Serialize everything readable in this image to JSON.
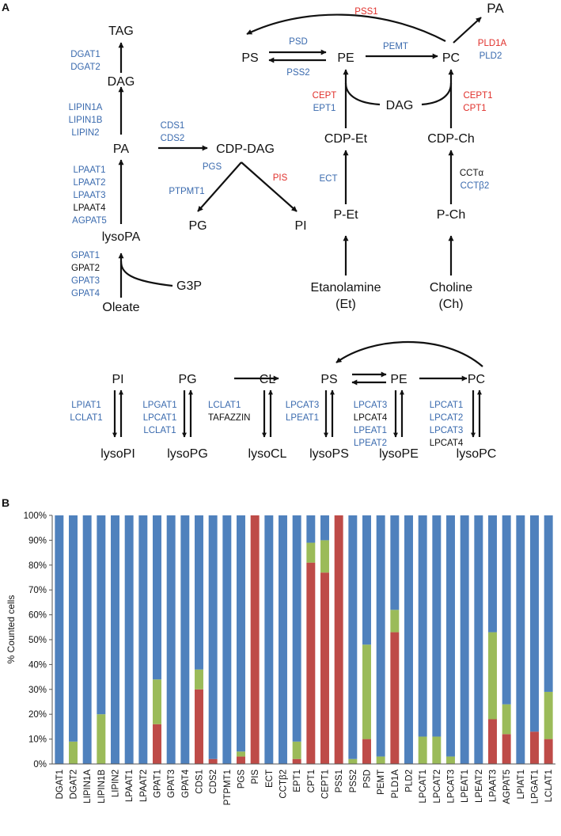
{
  "panel_a": {
    "label": "A",
    "nodes": {
      "tag": "TAG",
      "dag_left": "DAG",
      "pa_left": "PA",
      "cdp_dag": "CDP-DAG",
      "lysopa": "lysoPA",
      "g3p": "G3P",
      "oleate": "Oleate",
      "pg": "PG",
      "pi": "PI",
      "ps": "PS",
      "pe": "PE",
      "pc": "PC",
      "pa_top": "PA",
      "dag_mid": "DAG",
      "cdp_et": "CDP-Et",
      "cdp_ch": "CDP-Ch",
      "p_et": "P-Et",
      "p_ch": "P-Ch",
      "etanolamine": "Etanolamine",
      "et": "(Et)",
      "choline": "Choline",
      "ch": "(Ch)",
      "r_pi": "PI",
      "r_pg": "PG",
      "r_cl": "CL",
      "r_ps": "PS",
      "r_pe": "PE",
      "r_pc": "PC",
      "r_lysopi": "lysoPI",
      "r_lysopg": "lysoPG",
      "r_lysocl": "lysoCL",
      "r_lysops": "lysoPS",
      "r_lysope": "lysoPE",
      "r_lysopc": "lysoPC"
    },
    "enzymes": {
      "pss1": "PSS1",
      "dgat1": "DGAT1",
      "dgat2": "DGAT2",
      "lipin1a": "LIPIN1A",
      "lipin1b": "LIPIN1B",
      "lipin2": "LIPIN2",
      "cds1": "CDS1",
      "cds2": "CDS2",
      "pgs": "PGS",
      "pis": "PIS",
      "ptpmt1": "PTPMT1",
      "lpaat1": "LPAAT1",
      "lpaat2": "LPAAT2",
      "lpaat3": "LPAAT3",
      "lpaat4": "LPAAT4",
      "agpat5": "AGPAT5",
      "gpat1": "GPAT1",
      "gpat2": "GPAT2",
      "gpat3": "GPAT3",
      "gpat4": "GPAT4",
      "psd": "PSD",
      "pss2": "PSS2",
      "pemt": "PEMT",
      "pld1a": "PLD1A",
      "pld2": "PLD2",
      "cept": "CEPT",
      "ept1": "EPT1",
      "cept1": "CEPT1",
      "cpt1": "CPT1",
      "ect": "ECT",
      "ccta": "CCTα",
      "cctb2": "CCTβ2",
      "lpiat1": "LPIAT1",
      "lclat1_pi": "LCLAT1",
      "lpgat1": "LPGAT1",
      "lpcat1_pg": "LPCAT1",
      "lclat1_pg": "LCLAT1",
      "lclat1_cl": "LCLAT1",
      "tafazzin": "TAFAZZIN",
      "lpcat3_ps": "LPCAT3",
      "lpeat1_ps": "LPEAT1",
      "lpcat3_pe": "LPCAT3",
      "lpcat4_pe": "LPCAT4",
      "lpeat1_pe": "LPEAT1",
      "lpeat2_pe": "LPEAT2",
      "lpcat1_pc": "LPCAT1",
      "lpcat2_pc": "LPCAT2",
      "lpcat3_pc": "LPCAT3",
      "lpcat4_pc": "LPCAT4"
    },
    "colors": {
      "blue": "#3a6aae",
      "red": "#e0302b",
      "black": "#111111"
    }
  },
  "panel_b": {
    "label": "B",
    "chart_data": {
      "type": "bar",
      "stacked": true,
      "title": "",
      "xlabel": "",
      "ylabel": "% Counted cells",
      "ylim": [
        0,
        100
      ],
      "yticks": [
        "0%",
        "10%",
        "20%",
        "30%",
        "40%",
        "50%",
        "60%",
        "70%",
        "80%",
        "90%",
        "100%"
      ],
      "categories": [
        "DGAT1",
        "DGAT2",
        "LIPIN1A",
        "LIPIN1B",
        "LIPIN2",
        "LPAAT1",
        "LPAAT2",
        "GPAT1",
        "GPAT3",
        "GPAT4",
        "CDS1",
        "CDS2",
        "PTPMT1",
        "PGS",
        "PIS",
        "ECT",
        "CCTβ2",
        "EPT1",
        "CPT1",
        "CEPT1",
        "PSS1",
        "PSS2",
        "PSD",
        "PEMT",
        "PLD1A",
        "PLD2",
        "LPCAT1",
        "LPCAT2",
        "LPCAT3",
        "LPEAT1",
        "LPEAT2",
        "LPAAT3",
        "AGPAT5",
        "LPIAT1",
        "LPGAT1",
        "LCLAT1"
      ],
      "series": [
        {
          "color": "#be4b48",
          "values": [
            0,
            0,
            0,
            0,
            0,
            0,
            0,
            16,
            0,
            0,
            30,
            2,
            0,
            3,
            100,
            0,
            0,
            2,
            81,
            77,
            100,
            0,
            10,
            0,
            53,
            0,
            0,
            0,
            0,
            0,
            0,
            18,
            12,
            0,
            13,
            10
          ]
        },
        {
          "color": "#9bbb59",
          "values": [
            0,
            9,
            0,
            20,
            0,
            0,
            0,
            18,
            0,
            0,
            8,
            0,
            0,
            2,
            0,
            0,
            0,
            7,
            8,
            13,
            0,
            2,
            38,
            3,
            9,
            0,
            11,
            11,
            3,
            0,
            0,
            35,
            12,
            0,
            0,
            19
          ]
        },
        {
          "color": "#4f81bd",
          "values": [
            100,
            91,
            100,
            80,
            100,
            100,
            100,
            66,
            100,
            100,
            62,
            98,
            100,
            95,
            0,
            100,
            100,
            91,
            11,
            10,
            0,
            98,
            52,
            97,
            38,
            100,
            89,
            89,
            97,
            100,
            100,
            47,
            76,
            100,
            87,
            71
          ]
        }
      ],
      "grid": false,
      "legend": "none"
    }
  }
}
